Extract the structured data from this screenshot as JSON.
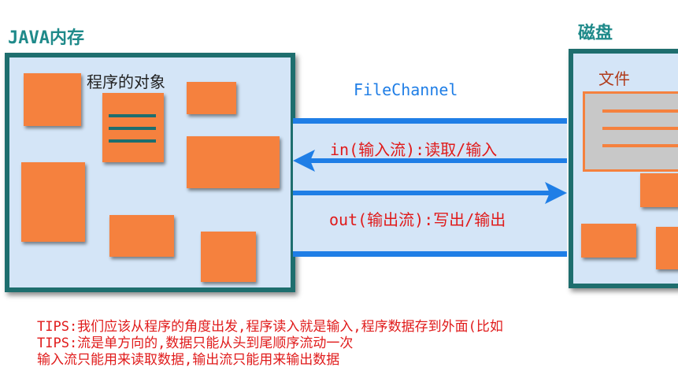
{
  "memory": {
    "title": "JAVA内存",
    "objects_label": "程序的对象"
  },
  "disk": {
    "title": "磁盘",
    "file_label": "文件"
  },
  "channel": {
    "title": "FileChannel",
    "in_label": "in(输入流):读取/输入",
    "out_label": "out(输出流):写出/输出"
  },
  "tips": [
    "TIPS:我们应该从程序的角度出发,程序读入就是输入,程序数据存到外面(比如",
    "TIPS:流是单方向的,数据只能从头到尾顺序流动一次",
    "输入流只能用来读取数据,输出流只能用来输出数据"
  ],
  "colors": {
    "object_fill": "#f5813e",
    "box_fill": "#d4e5f7",
    "box_border": "#1e6e6e",
    "channel_blue": "#1f7ee6",
    "text_red": "#e01b1b"
  }
}
